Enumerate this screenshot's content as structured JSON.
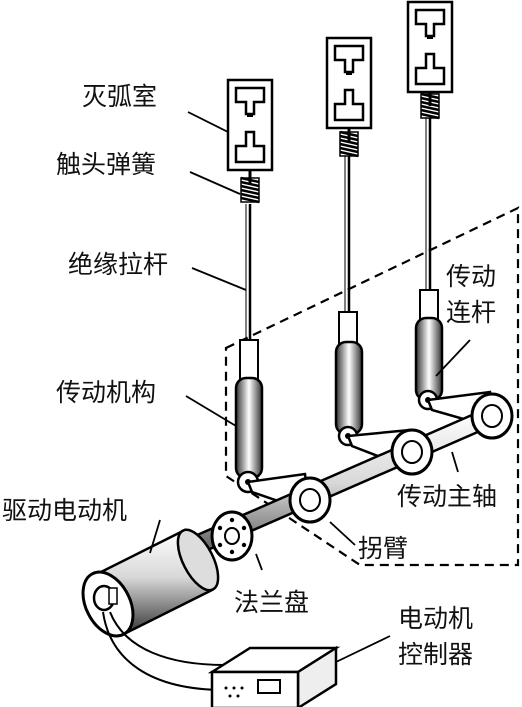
{
  "labels": {
    "arc_chamber": "灭弧室",
    "contact_spring": "触头弹簧",
    "insulating_rod": "绝缘拉杆",
    "transmission_mechanism": "传动机构",
    "drive_motor": "驱动电动机",
    "flange": "法兰盘",
    "crank_arm": "拐臂",
    "main_shaft": "传动主轴",
    "connecting_rod_line1": "传动",
    "connecting_rod_line2": "连杆",
    "motor_controller_line1": "电动机",
    "motor_controller_line2": "控制器"
  }
}
